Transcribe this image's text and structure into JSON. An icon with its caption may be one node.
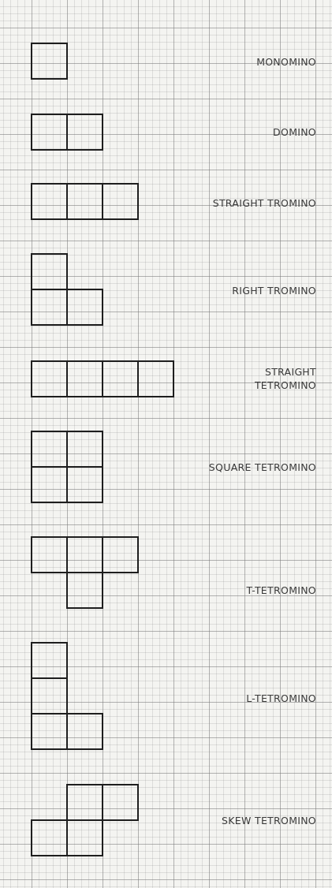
{
  "diagram": {
    "labels": [
      "MONOMINO",
      "DOMINO",
      "STRAIGHT TROMINO",
      "RIGHT TROMINO",
      "STRAIGHT TETROMINO",
      "SQUARE TETROMINO",
      "T-TETROMINO",
      "L-TETROMINO",
      "SKEW TETROMINO"
    ]
  }
}
